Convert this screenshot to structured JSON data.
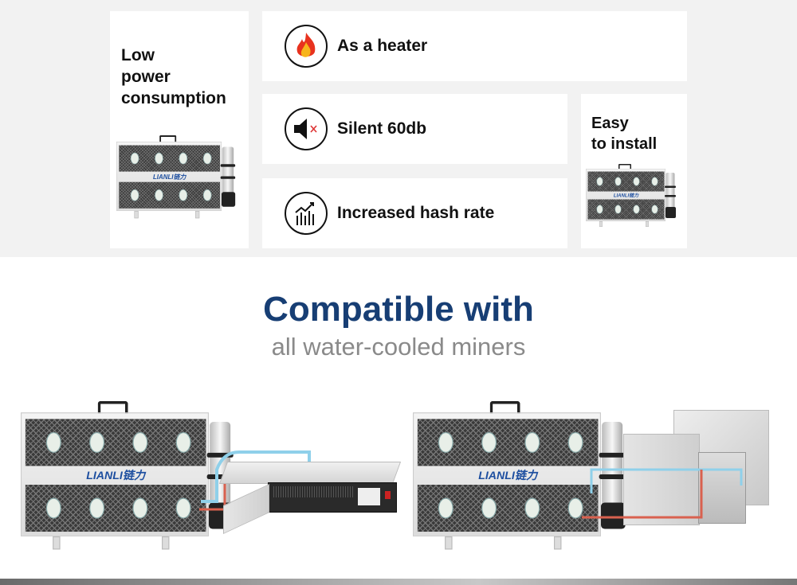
{
  "features": {
    "low_power": [
      "Low",
      "power",
      "consumption"
    ],
    "heater": "As a heater",
    "silent": "Silent  60db",
    "hash": "Increased hash rate",
    "easy": [
      "Easy",
      "to install"
    ]
  },
  "brand": "LIANLI链力",
  "headline": "Compatible with",
  "subheadline": "all water-cooled miners",
  "colors": {
    "headline": "#173e74",
    "subheadline": "#8a8a8a",
    "pipe_cold": "#8fd0ea",
    "pipe_hot": "#d9614f"
  }
}
